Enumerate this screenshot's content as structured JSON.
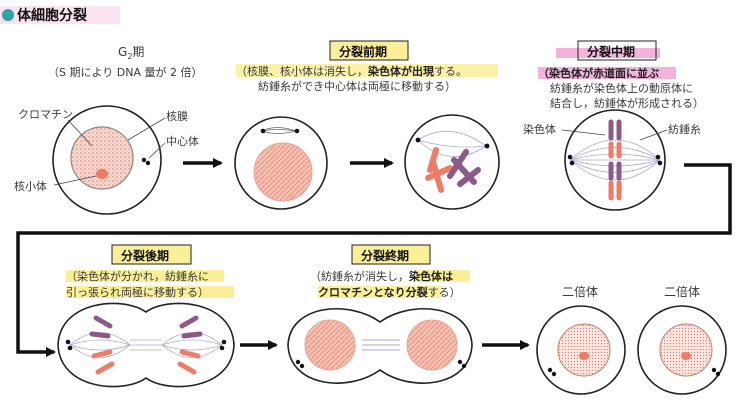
{
  "title": "体細胞分裂",
  "colors": {
    "chromosome": "#f08a75",
    "chromatin": "#f7b8a8",
    "chromosome_dark": "#8c5a88",
    "spindle": "#aaaacc",
    "highlight_yellow": "#fbef9a",
    "highlight_pink": "#f3b3da",
    "arrow": "#111111",
    "title_dot": "#2aa6a8"
  },
  "g2": {
    "label": "G",
    "sub": "2",
    "suffix": "期",
    "note": "（S 期により DNA 量が 2 倍）",
    "labels": {
      "chromatin": "クロマチン",
      "nuclear_membrane": "核膜",
      "centrosome": "中心体",
      "nucleolus": "核小体"
    }
  },
  "prophase": {
    "title": "分裂前期",
    "line1_pre": "（核膜、核小体は消失し，",
    "line1_bold": "染色体が出現",
    "line1_post": "する。",
    "line2": "紡錘糸ができ中心体は両極に移動する）"
  },
  "metaphase": {
    "title": "分裂中期",
    "line1_bold": "（染色体が赤道面に並ぶ",
    "line2": "紡錘糸が染色体上の動原体に",
    "line3": "結合し，紡錘体が形成される）",
    "labels": {
      "chromosome": "染色体",
      "spindle_fiber": "紡錘糸"
    }
  },
  "anaphase": {
    "title": "分裂後期",
    "line1": "（染色体が分かれ，紡錘糸に",
    "line2": "引っ張られ両極に移動する）"
  },
  "telophase": {
    "title": "分裂終期",
    "line1_pre": "（紡錘糸が消失し，",
    "line1_bold": "染色体は",
    "line2_bold": "クロマチンとなり分裂",
    "line2_post": "する）"
  },
  "daughters": {
    "left": "二倍体",
    "right": "二倍体"
  }
}
